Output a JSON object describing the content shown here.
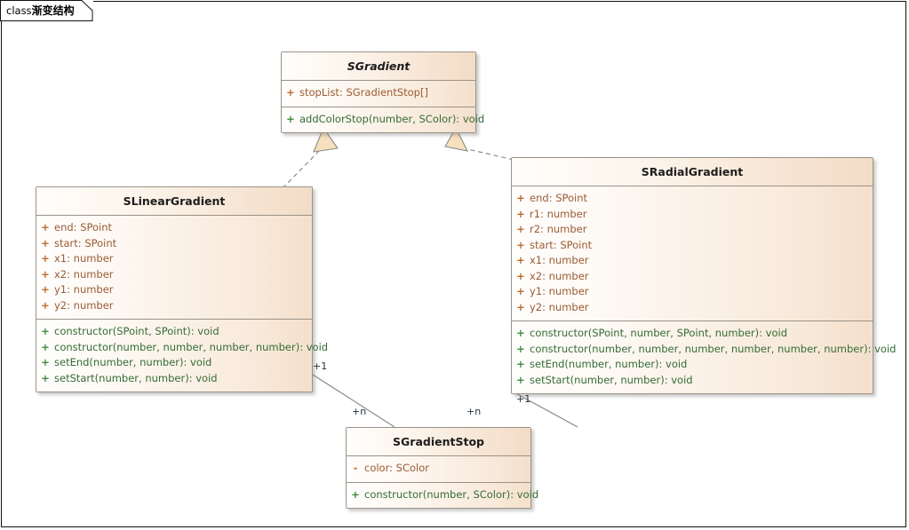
{
  "frame": {
    "stereotype": "class",
    "name": "渐变结构",
    "label": "class 渐变结构"
  },
  "colors": {
    "border": "#9a9287",
    "header_gradient_start": "#fffdfb",
    "header_gradient_end": "#f2dcc6",
    "body_gradient_start": "#fffefd",
    "body_gradient_end": "#f4e0cb",
    "attribute_text": "#9a5b33",
    "method_text": "#356c35",
    "public_marker": "#c06a2a",
    "method_marker": "#3f8a3f",
    "connector": "#7a7a7a",
    "arrow_fill": "#f6dfbe",
    "background": "#ffffff"
  },
  "classes": {
    "sgradient": {
      "name": "SGradient",
      "abstract": true,
      "attributes": [
        {
          "visibility": "+",
          "text": "stopList: SGradientStop[]"
        }
      ],
      "methods": [
        {
          "visibility": "+",
          "text": "addColorStop(number, SColor): void"
        }
      ]
    },
    "slineargradient": {
      "name": "SLinearGradient",
      "abstract": false,
      "attributes": [
        {
          "visibility": "+",
          "text": "end: SPoint"
        },
        {
          "visibility": "+",
          "text": "start: SPoint"
        },
        {
          "visibility": "+",
          "text": "x1: number"
        },
        {
          "visibility": "+",
          "text": "x2: number"
        },
        {
          "visibility": "+",
          "text": "y1: number"
        },
        {
          "visibility": "+",
          "text": "y2: number"
        }
      ],
      "methods": [
        {
          "visibility": "+",
          "text": "constructor(SPoint, SPoint): void"
        },
        {
          "visibility": "+",
          "text": "constructor(number, number, number, number): void"
        },
        {
          "visibility": "+",
          "text": "setEnd(number, number): void"
        },
        {
          "visibility": "+",
          "text": "setStart(number, number): void"
        }
      ]
    },
    "sradialgradient": {
      "name": "SRadialGradient",
      "abstract": false,
      "attributes": [
        {
          "visibility": "+",
          "text": "end: SPoint"
        },
        {
          "visibility": "+",
          "text": "r1: number"
        },
        {
          "visibility": "+",
          "text": "r2: number"
        },
        {
          "visibility": "+",
          "text": "start: SPoint"
        },
        {
          "visibility": "+",
          "text": "x1: number"
        },
        {
          "visibility": "+",
          "text": "x2: number"
        },
        {
          "visibility": "+",
          "text": "y1: number"
        },
        {
          "visibility": "+",
          "text": "y2: number"
        }
      ],
      "methods": [
        {
          "visibility": "+",
          "text": "constructor(SPoint, number, SPoint, number): void"
        },
        {
          "visibility": "+",
          "text": "constructor(number, number, number, number, number, number): void"
        },
        {
          "visibility": "+",
          "text": "setEnd(number, number): void"
        },
        {
          "visibility": "+",
          "text": "setStart(number, number): void"
        }
      ]
    },
    "sgradientstop": {
      "name": "SGradientStop",
      "abstract": false,
      "attributes": [
        {
          "visibility": "-",
          "text": "color: SColor"
        }
      ],
      "methods": [
        {
          "visibility": "+",
          "text": "constructor(number, SColor): void"
        }
      ]
    }
  },
  "relationships": [
    {
      "type": "realization",
      "from": "SLinearGradient",
      "to": "SGradient",
      "style": "dashed",
      "arrow": "hollow-triangle"
    },
    {
      "type": "realization",
      "from": "SRadialGradient",
      "to": "SGradient",
      "style": "dashed",
      "arrow": "hollow-triangle"
    },
    {
      "type": "association",
      "from": "SLinearGradient",
      "to": "SGradientStop",
      "style": "solid",
      "source_multiplicity": "+1",
      "target_multiplicity": "+n"
    },
    {
      "type": "association",
      "from": "SRadialGradient",
      "to": "SGradientStop",
      "style": "solid",
      "source_multiplicity": "+1",
      "target_multiplicity": "+n"
    }
  ],
  "multiplicity_labels": [
    {
      "id": "lin-one",
      "text": "+1"
    },
    {
      "id": "lin-n",
      "text": "+n"
    },
    {
      "id": "rad-n",
      "text": "+n"
    },
    {
      "id": "rad-one",
      "text": "+1"
    }
  ]
}
